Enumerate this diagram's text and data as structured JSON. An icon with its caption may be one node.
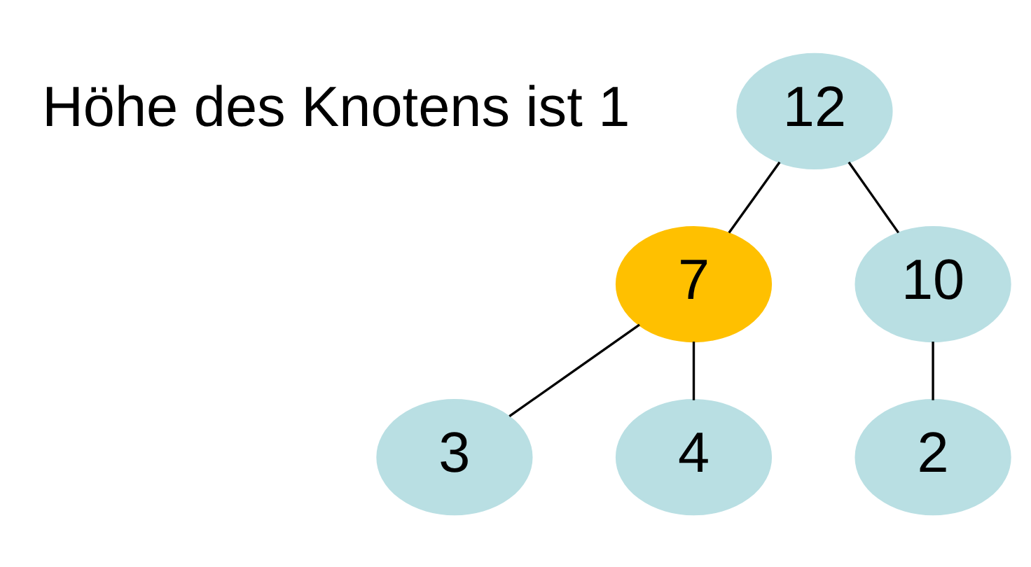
{
  "diagram": {
    "nodes": [
      {
        "text": [
          "12"
        ]
      },
      {
        "text": [
          "7"
        ]
      },
      {
        "text": [
          "10"
        ]
      },
      {
        "text": [
          "3"
        ]
      },
      {
        "text": [
          "4"
        ]
      },
      {
        "text": [
          "2"
        ]
      }
    ],
    "edges": [
      {
        "from": 0,
        "to": 1,
        "arrow": "none"
      },
      {
        "from": 0,
        "to": 2,
        "arrow": "none"
      },
      {
        "from": 1,
        "to": 3,
        "arrow": "none"
      },
      {
        "from": 1,
        "to": 4,
        "arrow": "none"
      },
      {
        "from": 2,
        "to": 5,
        "arrow": "none"
      }
    ],
    "labels": [
      "Höhe des Knotens ist 1"
    ]
  }
}
